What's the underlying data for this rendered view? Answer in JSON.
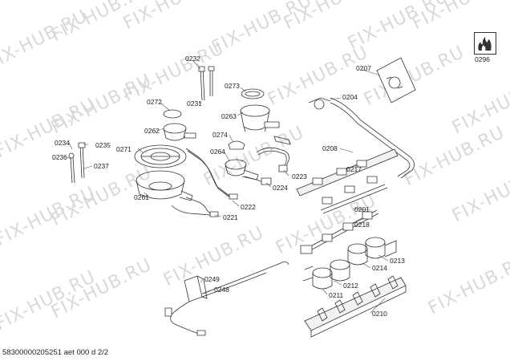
{
  "watermark": {
    "text": "FIX-HUB.RU"
  },
  "footer": {
    "code": "58300000205251 aet 000 d 2/2"
  },
  "symbol": {
    "label": "0296",
    "icon": "gas-flame-icon"
  },
  "labels": {
    "l0232": "0232",
    "l0231": "0231",
    "l0273": "0273",
    "l0272": "0272",
    "l0263": "0263",
    "l0262": "0262",
    "l0207": "0207",
    "l0204": "0204",
    "l0234": "0234",
    "l0235": "0235",
    "l0236": "0236",
    "l0237": "0237",
    "l0271": "0271",
    "l0274": "0274",
    "l0264": "0264",
    "l0208": "0208",
    "l0217": "0217",
    "l0223": "0223",
    "l0224": "0224",
    "l0261": "0261",
    "l0222": "0222",
    "l0221": "0221",
    "l0201": "0201",
    "l0218": "0218",
    "l0213": "0213",
    "l0214": "0214",
    "l0249": "0249",
    "l0248": "0248",
    "l0212": "0212",
    "l0211": "0211",
    "l0210": "0210"
  },
  "colors": {
    "line": "#333333",
    "watermark": "#d9d9d9",
    "part_fill": "#f2f2f2"
  }
}
